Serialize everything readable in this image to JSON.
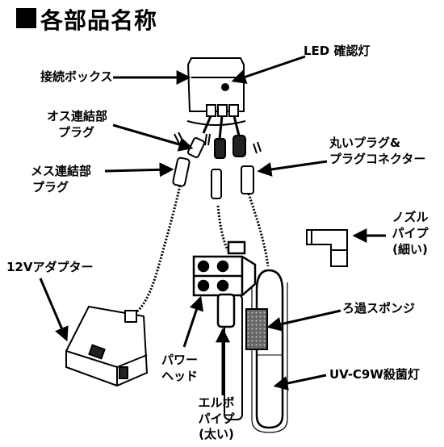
{
  "title": "各部品名称",
  "labels": {
    "led": "LED 確認灯",
    "junction_box": "接続ボックス",
    "male_connector_1": "オス連結部",
    "male_connector_2": "プラグ",
    "female_connector_1": "メス連結部",
    "female_connector_2": "プラグ",
    "round_plug_1": "丸いプラグ&",
    "round_plug_2": "プラグコネクター",
    "nozzle_1": "ノズル",
    "nozzle_2": "パイプ",
    "nozzle_3": "(細い)",
    "adapter": "12Vアダプター",
    "sponge": "ろ過スポンジ",
    "power_head_1": "パワー",
    "power_head_2": "ヘッド",
    "uv_lamp": "UV-C9W殺菌灯",
    "elbow_1": "エルボ",
    "elbow_2": "パイプ",
    "elbow_3": "(太い)"
  }
}
